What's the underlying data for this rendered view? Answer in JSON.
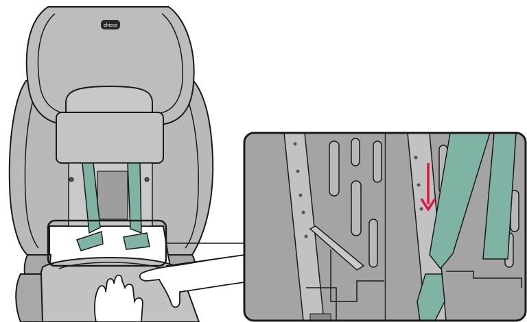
{
  "figure": {
    "brand_logo_text": "chicco",
    "colors": {
      "background": "#ffffff",
      "seat_gray": "#b9b9b9",
      "seat_light": "#cdcdcd",
      "seat_dark": "#9e9e9e",
      "outline": "#1a1a1a",
      "strap_green": "#7fb3a4",
      "arrow_red": "#e0143c"
    },
    "icons": [
      "seat-illustration",
      "hand-illustration",
      "zoom-callout",
      "down-arrow-icon"
    ]
  }
}
